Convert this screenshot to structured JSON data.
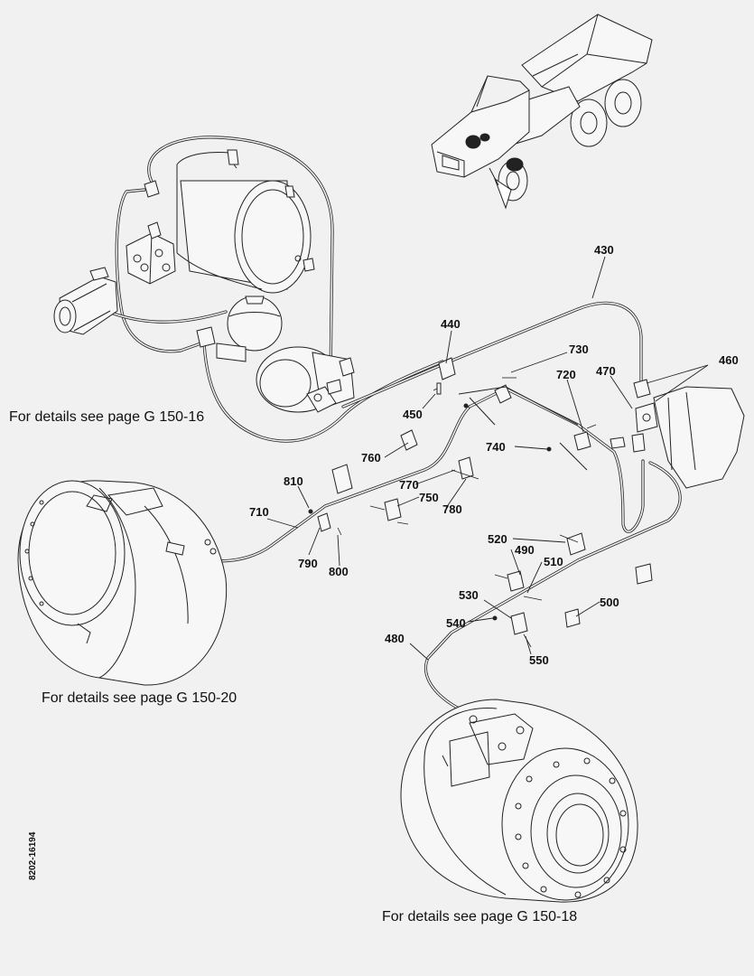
{
  "figure_id": "8202-16194",
  "references": {
    "g150_16": "For details see page G 150-16",
    "g150_20": "For details see page G 150-20",
    "g150_18": "For details see page G 150-18"
  },
  "part_numbers": {
    "p430": "430",
    "p440": "440",
    "p450": "450",
    "p460": "460",
    "p470": "470",
    "p480": "480",
    "p490": "490",
    "p500": "500",
    "p510": "510",
    "p520": "520",
    "p530": "530",
    "p540": "540",
    "p550": "550",
    "p710": "710",
    "p720": "720",
    "p730": "730",
    "p740": "740",
    "p750": "750",
    "p760": "760",
    "p770": "770",
    "p780": "780",
    "p790": "790",
    "p800": "800",
    "p810": "810"
  }
}
